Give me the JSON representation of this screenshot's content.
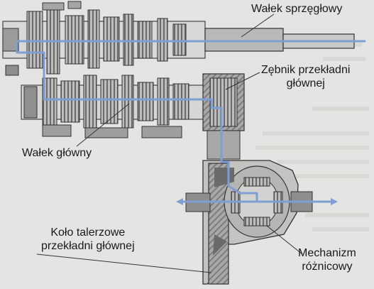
{
  "labels": {
    "input_shaft": "Wałek sprzęgłowy",
    "drive_pinion_line1": "Zębnik przekładni",
    "drive_pinion_line2": "głównej",
    "main_shaft": "Wałek główny",
    "ring_gear_line1": "Koło talerzowe",
    "ring_gear_line2": "przekładni głównej",
    "differential_line1": "Mechanizm",
    "differential_line2": "różnicowy"
  },
  "colors": {
    "background": "#e4e5e2",
    "power_flow": "#7f9ed4",
    "metal_dark": "#555555",
    "metal_mid": "#9b9b9b",
    "metal_light": "#c8c8c8",
    "leader_line": "#333333"
  }
}
